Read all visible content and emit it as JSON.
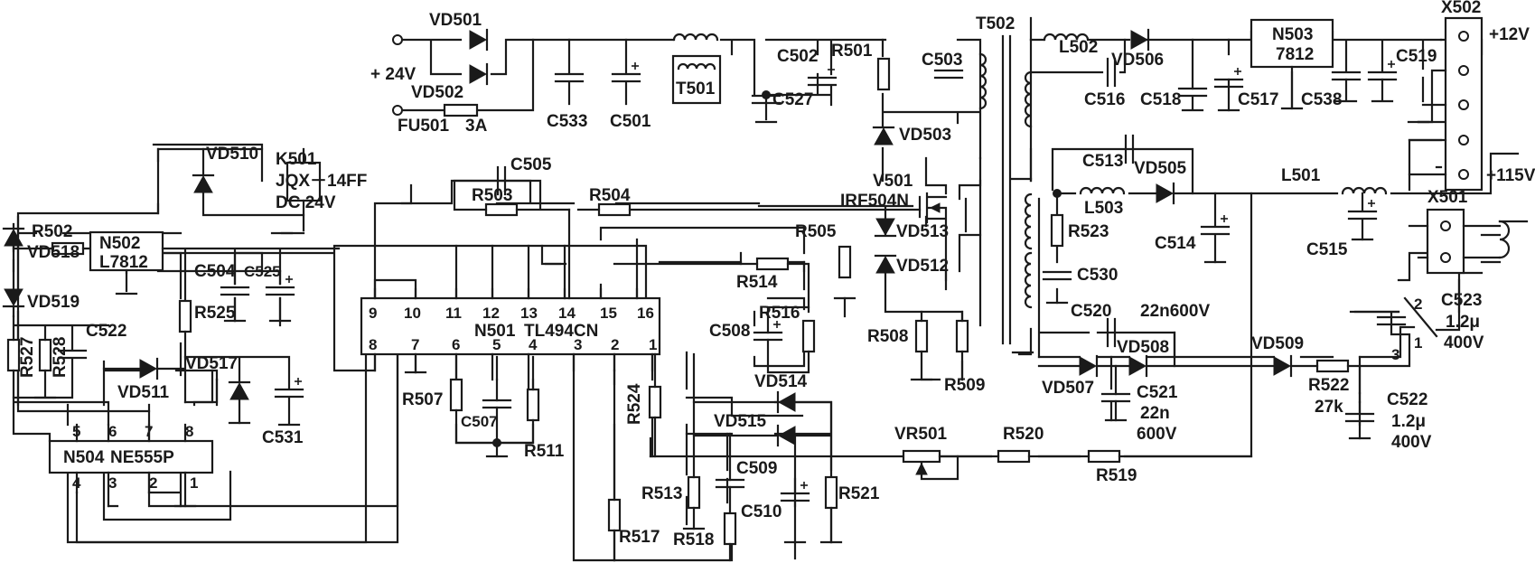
{
  "input": {
    "voltage": "+ 24V",
    "fuse": "FU501",
    "fuse_rating": "3A"
  },
  "output": {
    "v12": "+12V",
    "v115": "+115V"
  },
  "connectors": {
    "x502": "X502",
    "x501": "X501"
  },
  "ics": {
    "n501": "N501",
    "n501_type": "TL494CN",
    "n502": "N502",
    "n502_type": "L7812",
    "n503": "N503",
    "n503_type": "7812",
    "n504": "N504",
    "n504_type": "NE555P"
  },
  "n501_pins_top": [
    "9",
    "10",
    "11",
    "12",
    "13",
    "14",
    "15",
    "16"
  ],
  "n501_pins_bottom": [
    "8",
    "7",
    "6",
    "5",
    "4",
    "3",
    "2",
    "1"
  ],
  "n504_pins_top": [
    "5",
    "6",
    "7",
    "8"
  ],
  "n504_pins_bottom": [
    "4",
    "3",
    "2",
    "1"
  ],
  "relay": {
    "name": "K501",
    "model": "JQX－14FF",
    "coil": "DC 24V"
  },
  "mosfet": {
    "name": "V501",
    "type": "IRF504N"
  },
  "transformers": {
    "t501": "T501",
    "t502": "T502"
  },
  "inductors": {
    "l501": "L501",
    "l502": "L502",
    "l503": "L503"
  },
  "pot": "VR501",
  "switch_pins": [
    "2",
    "1",
    "3"
  ],
  "resistors": {
    "r501": "R501",
    "r502": "R502",
    "r503": "R503",
    "r504": "R504",
    "r505": "R505",
    "r507": "R507",
    "r508": "R508",
    "r509": "R509",
    "r511": "R511",
    "r513": "R513",
    "r514": "R514",
    "r516": "R516",
    "r517": "R517",
    "r518": "R518",
    "r519": "R519",
    "r520": "R520",
    "r521": "R521",
    "r522": "R522",
    "r522_value": "27k",
    "r523": "R523",
    "r524": "R524",
    "r525": "R525",
    "r527": "R527",
    "r528": "R528"
  },
  "capacitors": {
    "c501": "C501",
    "c502": "C502",
    "c503": "C503",
    "c504": "C504",
    "c505": "C505",
    "c507": "C507",
    "c508": "C508",
    "c509": "C509",
    "c510": "C510",
    "c513": "C513",
    "c514": "C514",
    "c515": "C515",
    "c516": "C516",
    "c517": "C517",
    "c518": "C518",
    "c519": "C519",
    "c520": "C520",
    "c520_value": "22n600V",
    "c521": "C521",
    "c521_value": "22n",
    "c521_voltage": "600V",
    "c522": "C522",
    "c522_main": "C522",
    "c522_value": "1.2μ",
    "c522_voltage": "400V",
    "c523": "C523",
    "c523_value": "1.2μ",
    "c523_voltage": "400V",
    "c525": "C525",
    "c527": "C527",
    "c530": "C530",
    "c531": "C531",
    "c533": "C533",
    "c538": "C538"
  },
  "diodes": {
    "vd501": "VD501",
    "vd502": "VD502",
    "vd503": "VD503",
    "vd505": "VD505",
    "vd506": "VD506",
    "vd507": "VD507",
    "vd508": "VD508",
    "vd509": "VD509",
    "vd510": "VD510",
    "vd511": "VD511",
    "vd512": "VD512",
    "vd513": "VD513",
    "vd514": "VD514",
    "vd515": "VD515",
    "vd517": "VD517",
    "vd518": "VD518",
    "vd519": "VD519"
  },
  "colors": {
    "ink": "#1a1a1a",
    "paper": "#ffffff"
  }
}
